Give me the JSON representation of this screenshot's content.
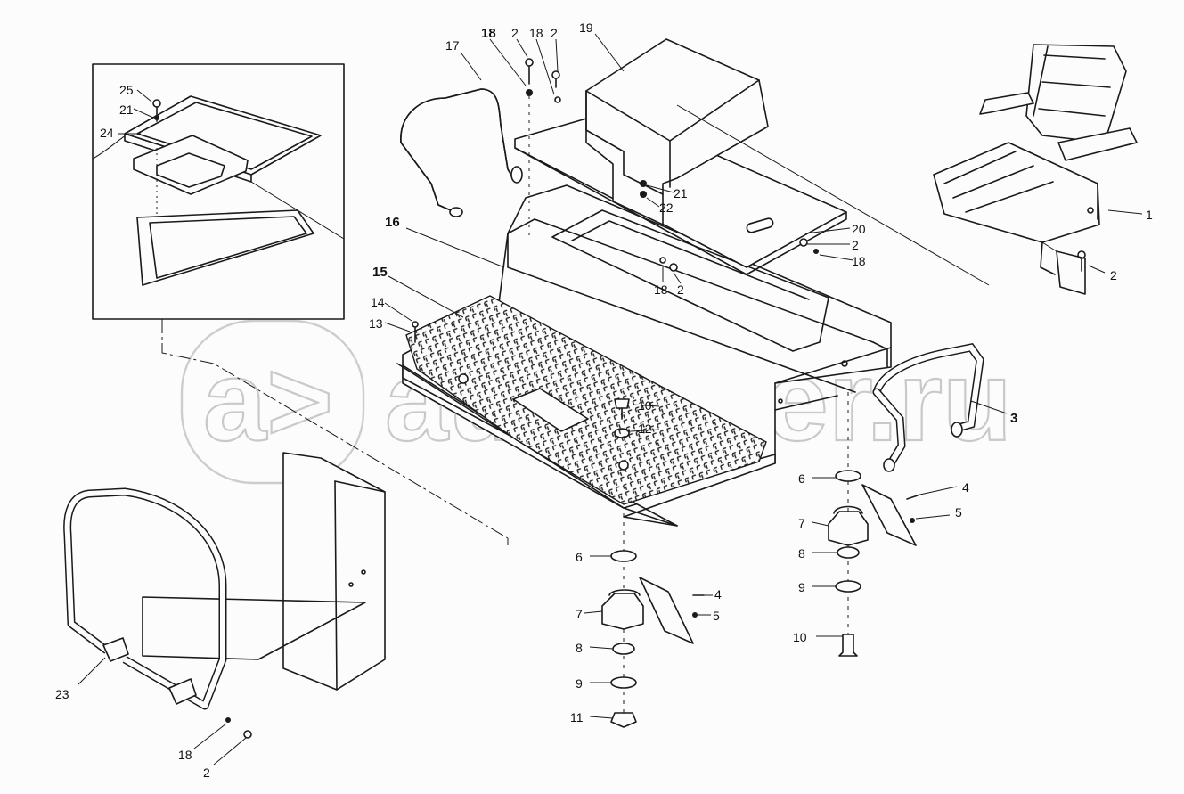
{
  "watermark": {
    "logo_text": "a>",
    "site_text": "autopiter.ru"
  },
  "part_labels": {
    "seat": "1",
    "seat_bolt": "2",
    "right_rail": "3",
    "right_bolt": "4",
    "right_washer_small": "5",
    "right_pad_top": "6",
    "right_mount": "7",
    "right_washer": "8",
    "right_pad_bottom": "9",
    "right_long_bolt": "10",
    "front_pad_top": "6",
    "front_mount": "7",
    "front_washer": "8",
    "front_pad_bottom": "9",
    "front_nut": "11",
    "front_bolt": "4",
    "front_washer_small": "5",
    "floor_bolt": "10",
    "floor_washer": "12",
    "plate_screw": "13",
    "plate_washer": "14",
    "floor_plate": "15",
    "cab_body": "16",
    "left_rail": "17",
    "top_washer_a": "18",
    "top_bolt_a": "2",
    "top_washer_b": "18",
    "top_bolt_b": "2",
    "seat_cover": "19",
    "top_panel": "20",
    "panel_washer_a": "21",
    "panel_washer_b": "22",
    "panel_bolt": "2",
    "panel_washer_c": "18",
    "mid_washer": "18",
    "mid_bolt": "2",
    "inset_screw": "25",
    "inset_washer": "21",
    "inset_cover": "24",
    "guard_bracket": "23",
    "guard_washer": "18",
    "guard_bolt": "2"
  }
}
